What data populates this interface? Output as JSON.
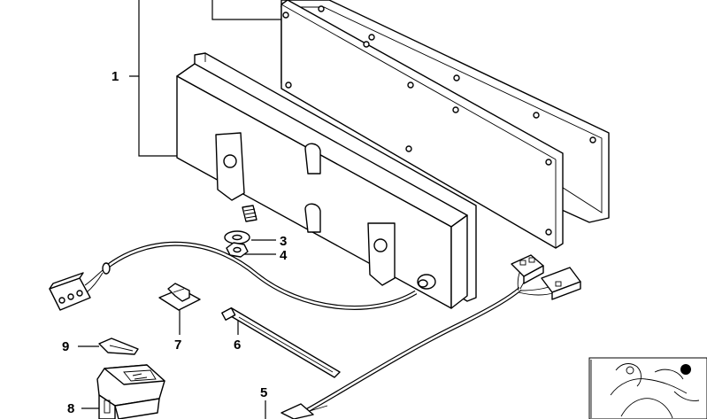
{
  "callouts": [
    {
      "id": "1",
      "label": "1"
    },
    {
      "id": "3",
      "label": "3"
    },
    {
      "id": "4",
      "label": "4"
    },
    {
      "id": "5",
      "label": "5"
    },
    {
      "id": "6",
      "label": "6"
    },
    {
      "id": "7",
      "label": "7"
    },
    {
      "id": "8",
      "label": "8"
    },
    {
      "id": "9",
      "label": "9"
    }
  ],
  "thumbnail": {
    "icon": "motorcycle-thumbnail-icon",
    "marker_color": "#000000"
  }
}
